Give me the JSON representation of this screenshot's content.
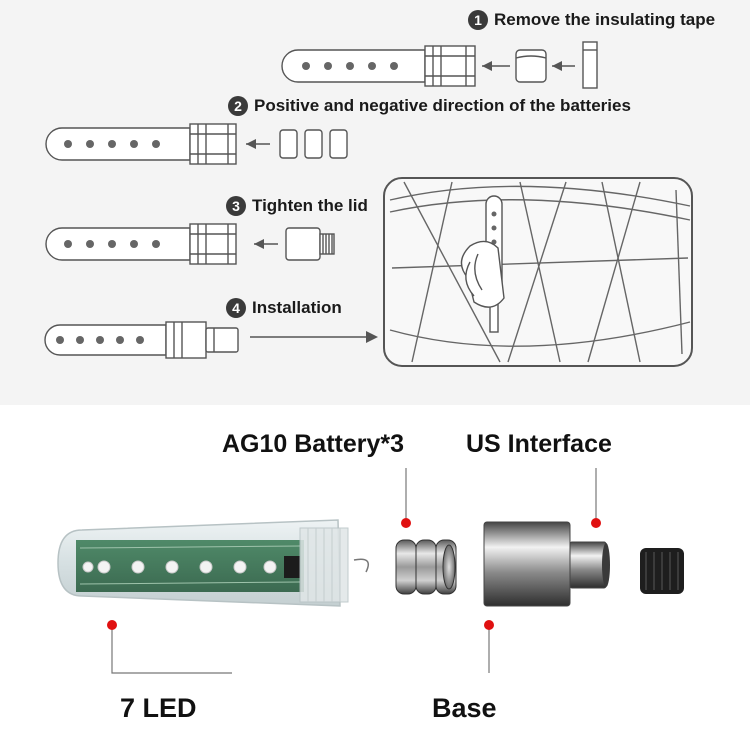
{
  "instructions": {
    "steps": [
      {
        "num": "1",
        "text": "Remove the insulating tape"
      },
      {
        "num": "2",
        "text": "Positive and negative direction of the batteries"
      },
      {
        "num": "3",
        "text": "Tighten the lid"
      },
      {
        "num": "4",
        "text": "Installation"
      }
    ]
  },
  "callouts": {
    "battery": "AG10 Battery*3",
    "interface": "US Interface",
    "led": "7 LED",
    "base": "Base"
  },
  "colors": {
    "line_art": "#555555",
    "callout_dot": "#e01010",
    "top_background": "#f4f4f4"
  }
}
